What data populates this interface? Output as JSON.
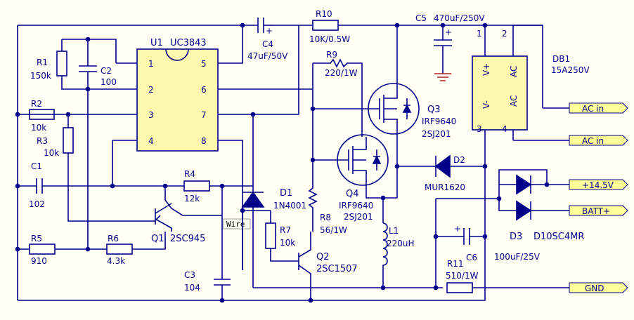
{
  "colors": {
    "wire": "#00008b",
    "ic_fill": "#fff9b0",
    "ground": "#b22222",
    "port_fill": "#ffff99",
    "port_text": "#000000",
    "background": "#fffff6"
  },
  "u1": {
    "ref": "U1",
    "part": "UC3843",
    "pins_left": [
      "1",
      "2",
      "3",
      "4"
    ],
    "pins_right": [
      "5",
      "6",
      "7",
      "8"
    ]
  },
  "db1": {
    "ref": "DB1",
    "rating": "15A250V",
    "pins": [
      "1",
      "2",
      "3",
      "4"
    ],
    "labels": [
      "V+",
      "AC",
      "V-",
      "AC"
    ]
  },
  "d3": {
    "ref": "D3",
    "part": "D10SC4MR"
  },
  "parts": {
    "r1": {
      "ref": "R1",
      "value": "150k"
    },
    "c2": {
      "ref": "C2",
      "value": "100"
    },
    "r2": {
      "ref": "R2",
      "value": "10k"
    },
    "r3": {
      "ref": "R3",
      "value": "10k"
    },
    "c1": {
      "ref": "C1",
      "value": "102"
    },
    "r5": {
      "ref": "R5",
      "value": "910"
    },
    "r6": {
      "ref": "R6",
      "value": "4.3k"
    },
    "r4": {
      "ref": "R4",
      "value": "12k"
    },
    "q1": {
      "ref": "Q1",
      "part": "2SC945"
    },
    "c3": {
      "ref": "C3",
      "value": "104"
    },
    "d1": {
      "ref": "D1",
      "part": "1N4001"
    },
    "r7": {
      "ref": "R7",
      "value": "10k"
    },
    "r8": {
      "ref": "R8",
      "value": "56/1W"
    },
    "q2": {
      "ref": "Q2",
      "part": "2SC1507"
    },
    "c4": {
      "ref": "C4",
      "value": "47uF/50V"
    },
    "r10": {
      "ref": "R10",
      "value": "10K/0.5W"
    },
    "r9": {
      "ref": "R9",
      "value": "220/1W"
    },
    "q3": {
      "ref": "Q3",
      "part": "IRF9640",
      "alt": "2SJ201"
    },
    "q4": {
      "ref": "Q4",
      "part": "IRF9640",
      "alt": "2SJ201"
    },
    "c5": {
      "ref": "C5",
      "value": "470uF/250V"
    },
    "d2": {
      "ref": "D2",
      "part": "MUR1620"
    },
    "l1": {
      "ref": "L1",
      "value": "220uH"
    },
    "c6": {
      "ref": "C6",
      "value": "100uF/25V"
    },
    "r11": {
      "ref": "R11",
      "value": "510/1W"
    }
  },
  "wire_label": "Wire",
  "ports": {
    "ac1": "AC in",
    "ac2": "AC in",
    "v145": "+14.5V",
    "batt": "BATT+",
    "gnd": "GND"
  },
  "polarity_mark": "+"
}
